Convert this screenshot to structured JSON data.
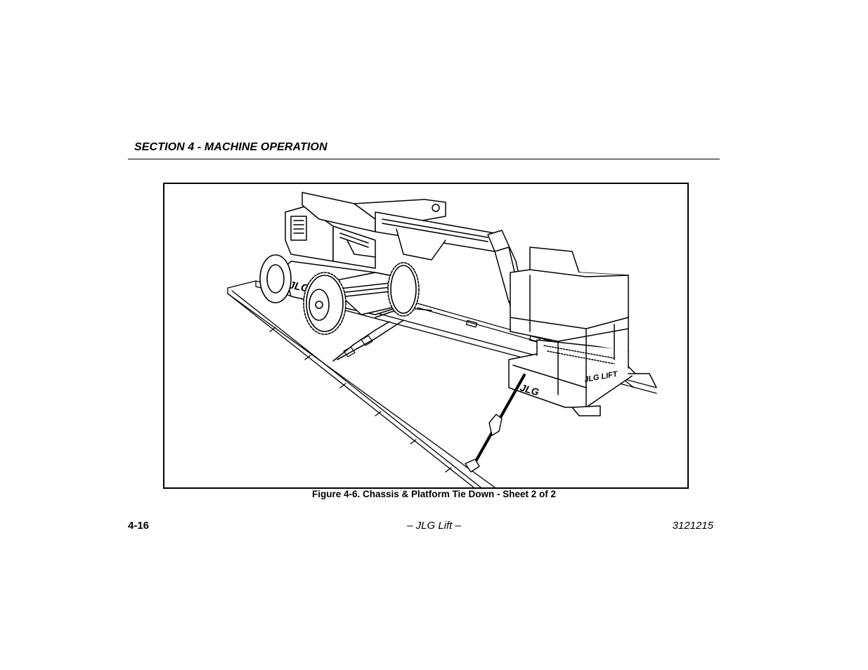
{
  "header": {
    "section_title": "SECTION 4 - MACHINE OPERATION"
  },
  "figure": {
    "caption": "Figure 4-6. Chassis & Platform Tie Down - Sheet 2 of 2",
    "illustration_labels": {
      "platform_brand": "JLG LIFT",
      "platform_logo": "JLG",
      "chassis_logo": "JLG"
    }
  },
  "footer": {
    "page_number": "4-16",
    "publication": "– JLG Lift –",
    "document_number": "3121215"
  }
}
